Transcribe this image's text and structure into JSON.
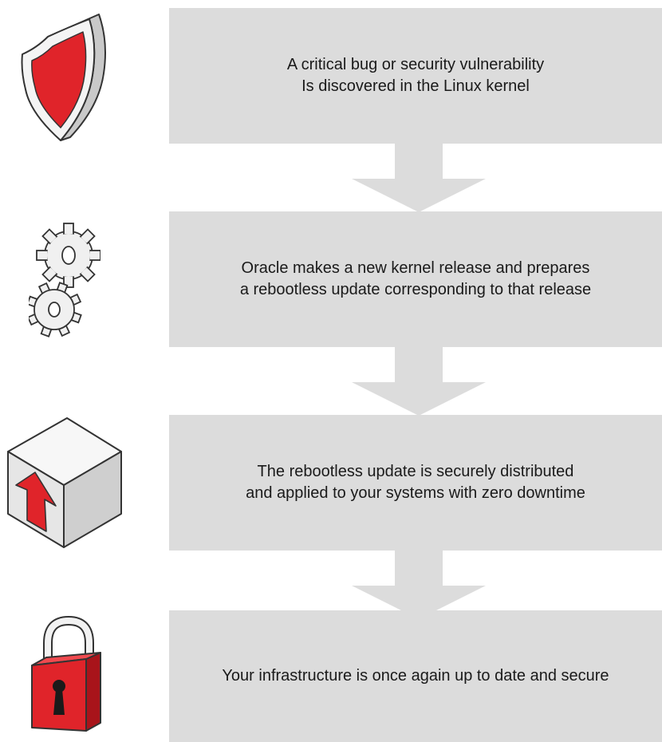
{
  "diagram": {
    "steps": [
      {
        "text": "A critical bug or security vulnerability\nIs discovered in the Linux kernel",
        "icon": "shield-icon"
      },
      {
        "text": "Oracle makes a new kernel release and prepares\na rebootless update corresponding to that release",
        "icon": "gears-icon"
      },
      {
        "text": "The rebootless update is securely distributed\nand applied to your systems with zero downtime",
        "icon": "box-upload-icon"
      },
      {
        "text": "Your infrastructure is once again up to date and secure",
        "icon": "padlock-icon"
      }
    ],
    "colors": {
      "box": "#dcdcdc",
      "accent_red": "#e0242a",
      "text": "#1a1a1a"
    }
  }
}
